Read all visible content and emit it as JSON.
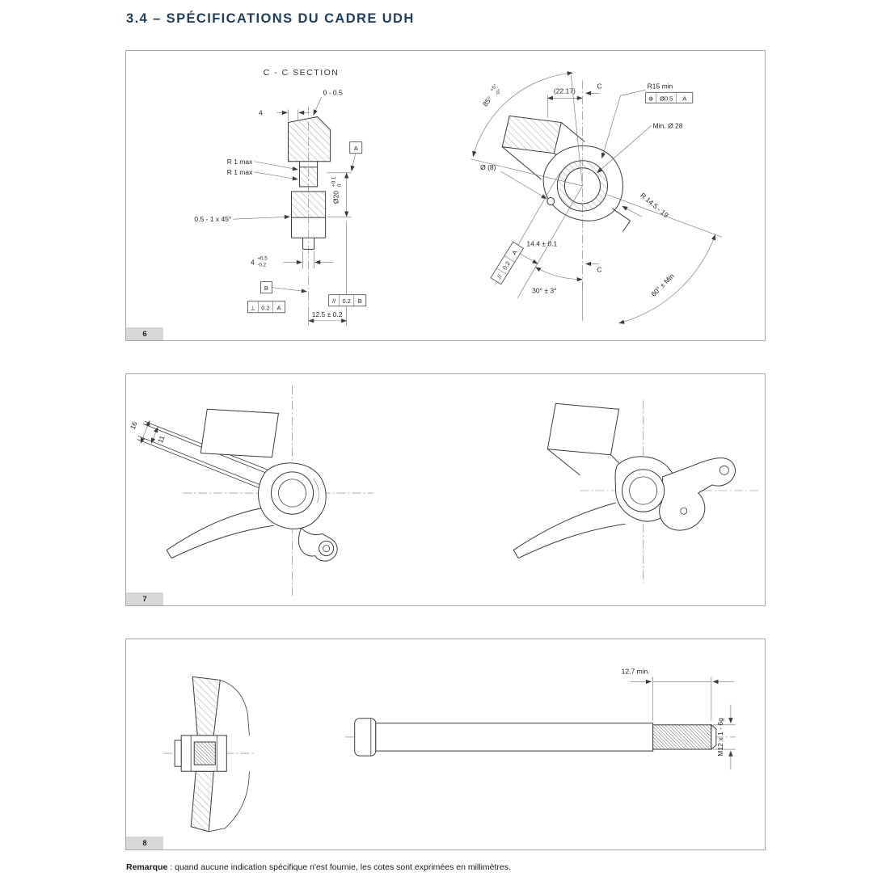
{
  "colors": {
    "accent_navy": "#1d3e5e",
    "drawing_line": "#3c3c3c",
    "panel_border": "#a9a9a9",
    "tab_background": "#d7d7d7"
  },
  "page": {
    "title": "3.4 – SPÉCIFICATIONS DU CADRE UDH"
  },
  "fig6": {
    "number": "6",
    "section_title": "C - C SECTION",
    "left": {
      "gap": "0 - 0.5",
      "width_top": "4",
      "r1max_1": "R 1 max",
      "r1max_2": "R 1 max",
      "chamfer": "0.5 - 1 x 45°",
      "width_bottom": "4",
      "width_bottom_tol_up": "+0.5",
      "width_bottom_tol_dn": "-0.2",
      "bore": "Ø20",
      "bore_tol_up": "+0.1",
      "bore_tol_dn": "0",
      "depth": "12.5 ± 0.2",
      "datum_a": "A",
      "datum_b": "B",
      "fcf_perp": {
        "symbol": "⊥",
        "tolerance": "0.2",
        "datum": "A"
      },
      "fcf_parallel": {
        "symbol": "//",
        "tolerance": "0.2",
        "datum": "B"
      }
    },
    "right": {
      "angle_85": "85°",
      "angle_85_tol_up": "+5°",
      "angle_85_tol_dn": "-0°",
      "ref_2217": "(22.17)",
      "section_c_top": "C",
      "section_c_bottom": "C",
      "r15_min": "R15 min",
      "fcf_position": {
        "symbol": "⊕",
        "tolerance": "Ø0.5",
        "datum": "A"
      },
      "min_dia_28": "Min. Ø 28",
      "dia_8": "Ø (8)",
      "r_145_19": "R 14.5 - 19",
      "dim_144": "14.4 ± 0.1",
      "angle_30": "30° ± 3°",
      "angle_60": "60° ± Min",
      "fcf_parallel_a": {
        "symbol": "//",
        "tolerance": "0.2",
        "datum": "A"
      }
    }
  },
  "fig7": {
    "number": "7",
    "dim_16": "16",
    "dim_11": "11"
  },
  "fig8": {
    "number": "8",
    "thread_length": "12,7 min.",
    "thread_spec": "M12 x 1 - 6g"
  },
  "footer": {
    "note_label": "Remarque",
    "note_text": " : quand aucune indication spécifique n'est fournie, les cotes sont exprimées en millimètres."
  }
}
